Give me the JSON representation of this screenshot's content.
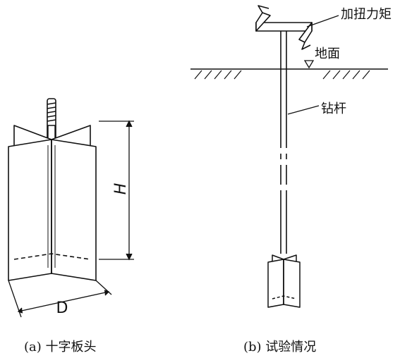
{
  "figure": {
    "panel_a": {
      "caption": "(a) 十字板头",
      "dim_height_label": "H",
      "dim_width_label": "D"
    },
    "panel_b": {
      "caption": "(b) 试验情况",
      "torque_label": "加扭力矩",
      "ground_label": "地面",
      "rod_label": "钻杆"
    }
  }
}
